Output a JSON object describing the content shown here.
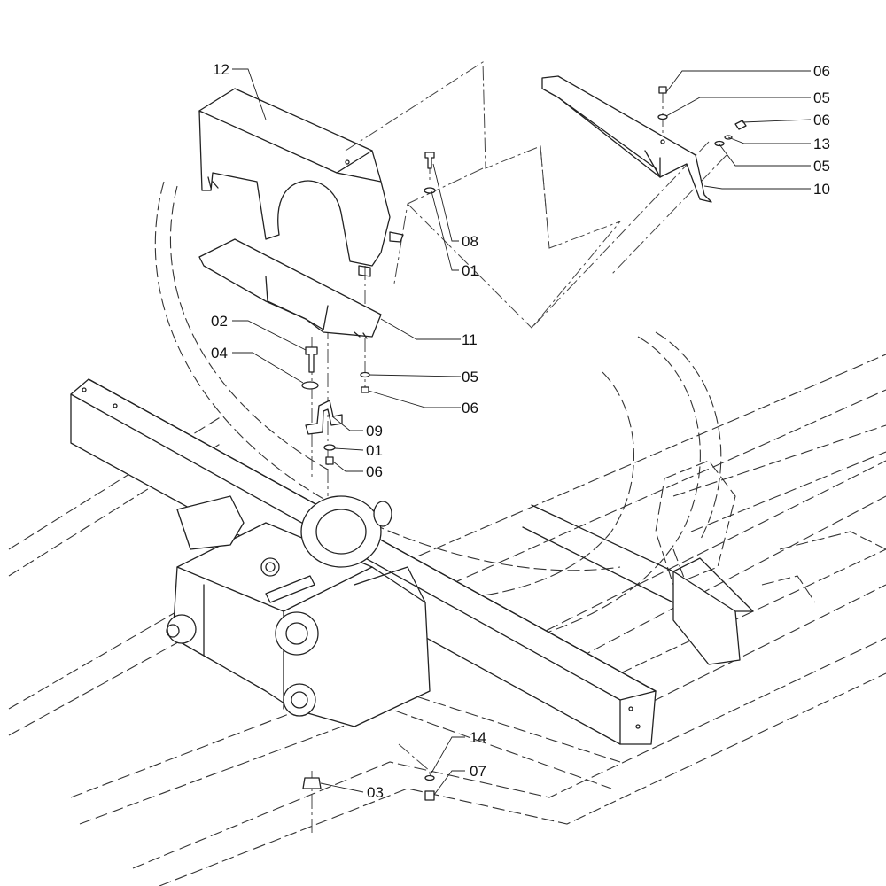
{
  "diagram": {
    "callouts": [
      {
        "id": "c12a",
        "text": "12"
      },
      {
        "id": "c06a",
        "text": "06"
      },
      {
        "id": "c05a",
        "text": "05"
      },
      {
        "id": "c06b",
        "text": "06"
      },
      {
        "id": "c13",
        "text": "13"
      },
      {
        "id": "c05b",
        "text": "05"
      },
      {
        "id": "c10",
        "text": "10"
      },
      {
        "id": "c08",
        "text": "08"
      },
      {
        "id": "c01a",
        "text": "01"
      },
      {
        "id": "c11",
        "text": "11"
      },
      {
        "id": "c02",
        "text": "02"
      },
      {
        "id": "c04",
        "text": "04"
      },
      {
        "id": "c05c",
        "text": "05"
      },
      {
        "id": "c06c",
        "text": "06"
      },
      {
        "id": "c09",
        "text": "09"
      },
      {
        "id": "c01b",
        "text": "01"
      },
      {
        "id": "c06d",
        "text": "06"
      },
      {
        "id": "c14",
        "text": "14"
      },
      {
        "id": "c07",
        "text": "07"
      },
      {
        "id": "c03",
        "text": "03"
      }
    ]
  }
}
